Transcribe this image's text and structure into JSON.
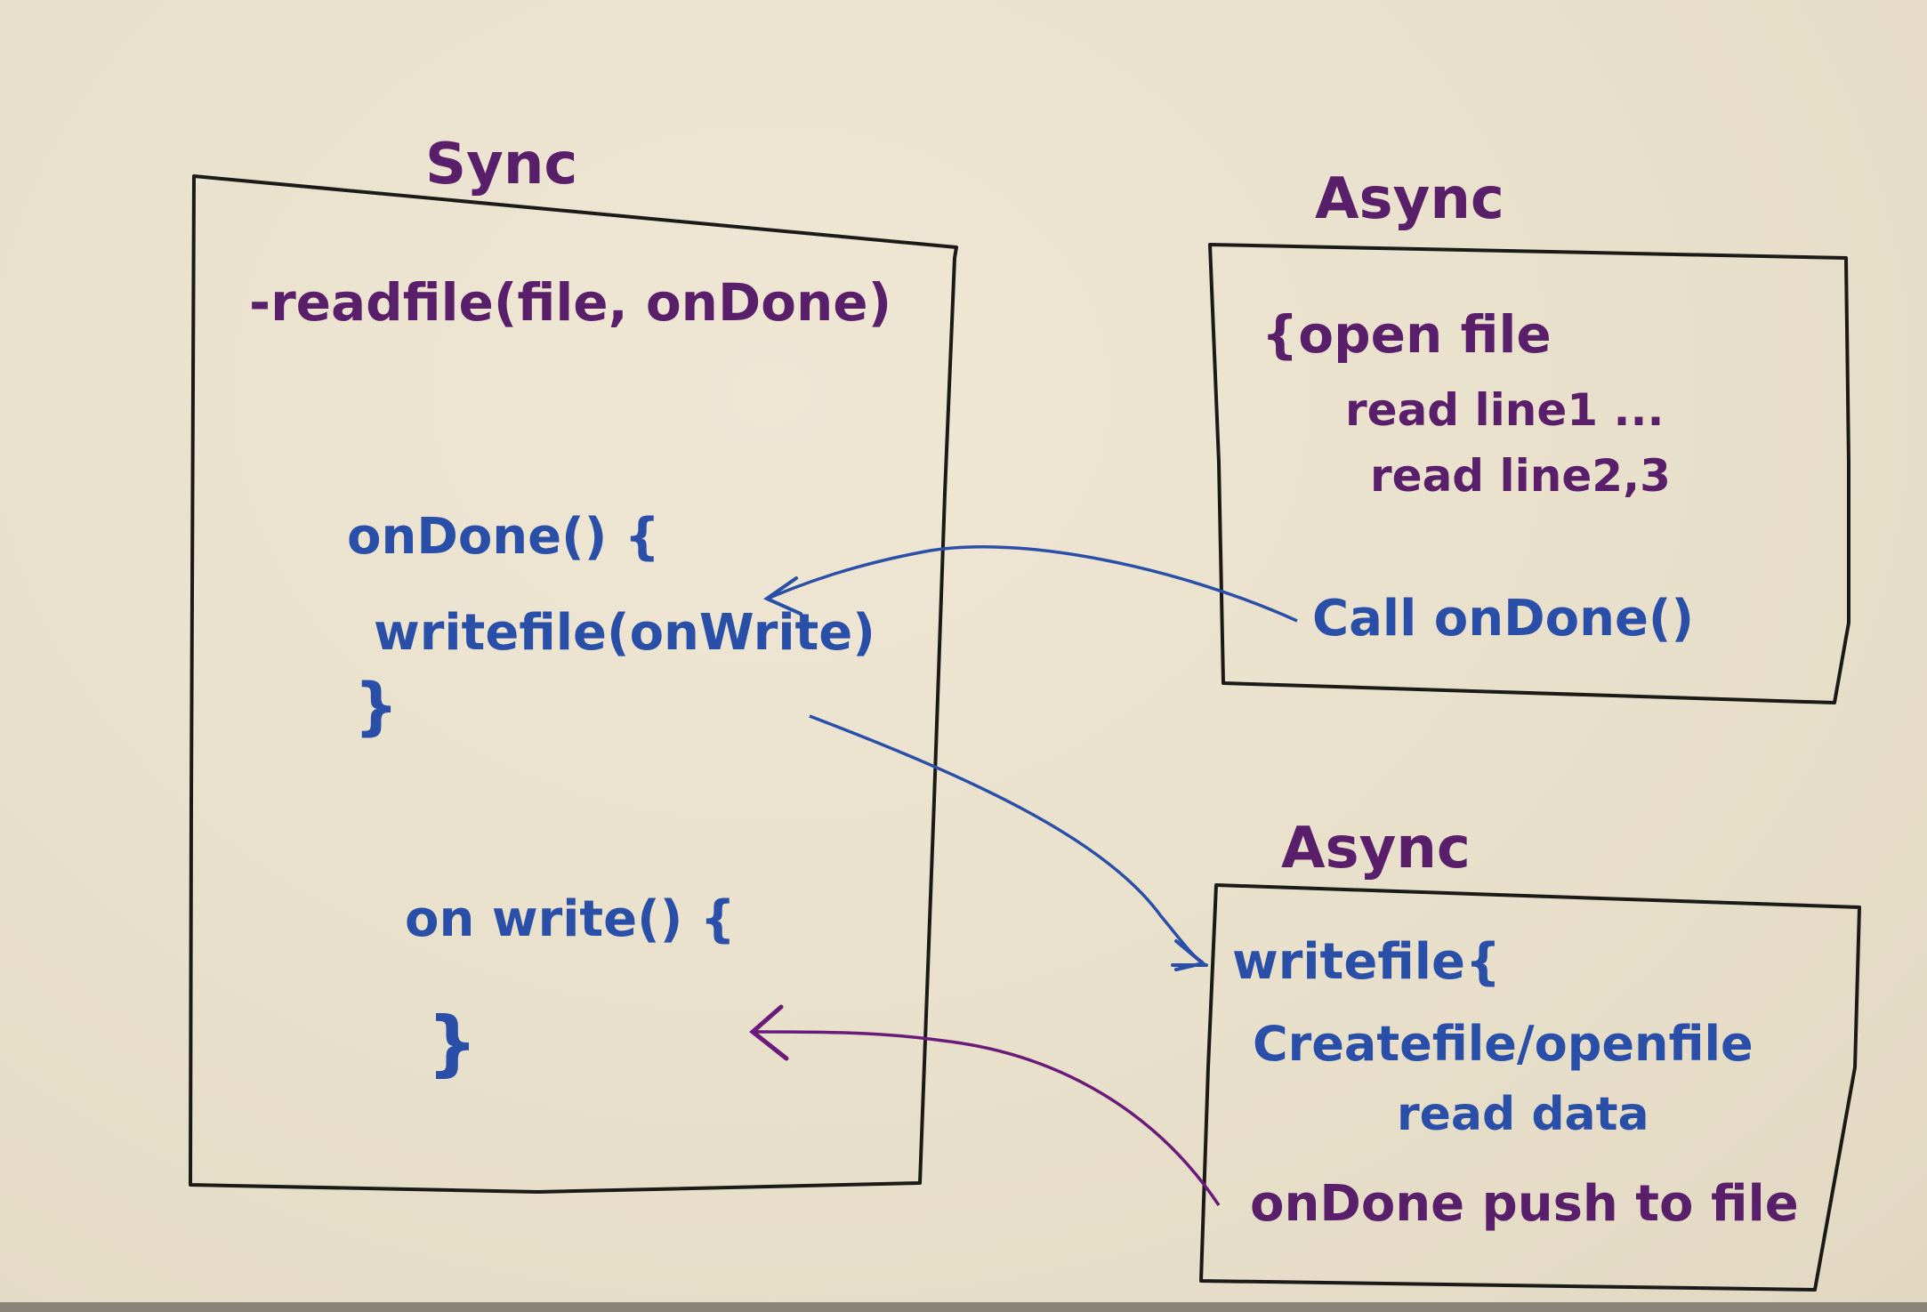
{
  "colors": {
    "paper": "#ebe2ce",
    "ink_black": "#1c1a18",
    "ink_purple": "#5a1f6b",
    "ink_blue": "#2a4fa8"
  },
  "sync": {
    "title": "Sync",
    "readfile_line": "-readfile(file, onDone)",
    "ondone_open": "onDone() {",
    "ondone_body": "writefile(onWrite)",
    "ondone_close": "}",
    "onwrite_open": "on write() {",
    "onwrite_close": "}"
  },
  "async_top": {
    "title": "Async",
    "line1": "{open file",
    "line2": "read line1 ...",
    "line3": "read line2,3",
    "line4": "Call onDone()"
  },
  "async_bottom": {
    "title": "Async",
    "line1": "writefile{",
    "line2": "Createfile/openfile",
    "line3": "read data",
    "line4": "onDone push to file"
  }
}
